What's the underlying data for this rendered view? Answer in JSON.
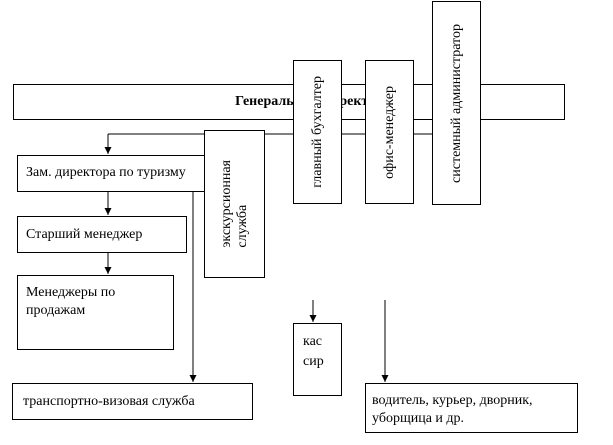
{
  "diagram": {
    "general_director": "Генеральный директор",
    "deputy_tourism": "Зам. директора по туризму",
    "senior_manager": "Старший менеджер",
    "sales_managers": [
      "Менеджеры по",
      "продажам"
    ],
    "transport_visa": "транспортно-визовая служба",
    "excursion_service": [
      "экскурсионная",
      "служба"
    ],
    "chief_accountant": "главный бухгалтер",
    "office_manager": "офис-менеджер",
    "sysadmin": "системный администратор",
    "cashier": [
      "кас",
      "сир"
    ],
    "staff": [
      "водитель, курьер, дворник,",
      "уборщица и др."
    ]
  }
}
